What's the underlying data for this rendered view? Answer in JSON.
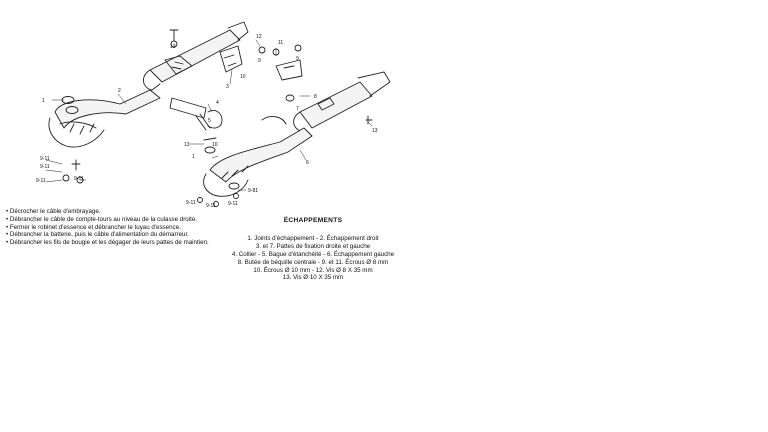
{
  "diagram": {
    "callouts": [
      {
        "id": "c13a",
        "text": "13"
      },
      {
        "id": "c3",
        "text": "3"
      },
      {
        "id": "c10a",
        "text": "10"
      },
      {
        "id": "c12",
        "text": "12"
      },
      {
        "id": "c9a",
        "text": "9"
      },
      {
        "id": "c9b",
        "text": "9"
      },
      {
        "id": "c11a",
        "text": "11"
      },
      {
        "id": "c1",
        "text": "1"
      },
      {
        "id": "c2",
        "text": "2"
      },
      {
        "id": "c4",
        "text": "4"
      },
      {
        "id": "c5",
        "text": "5"
      },
      {
        "id": "c7",
        "text": "7"
      },
      {
        "id": "c8",
        "text": "8"
      },
      {
        "id": "c13b",
        "text": "13"
      },
      {
        "id": "c6",
        "text": "6"
      },
      {
        "id": "c13c",
        "text": "13"
      },
      {
        "id": "c1b",
        "text": "1"
      },
      {
        "id": "c911a",
        "text": "9-11"
      },
      {
        "id": "c911b",
        "text": "9-11"
      },
      {
        "id": "c911c",
        "text": "9-11"
      },
      {
        "id": "c911d",
        "text": "9-11"
      },
      {
        "id": "c981",
        "text": "9-81"
      },
      {
        "id": "c911e",
        "text": "9-11"
      },
      {
        "id": "c911f",
        "text": "9-11"
      },
      {
        "id": "c911g",
        "text": "9-11"
      },
      {
        "id": "c10b",
        "text": "10"
      }
    ]
  },
  "instructions": [
    "• Décrocher le câble d'embrayage.",
    "• Débrancher le câble de compte-tours au niveau de la culasse droite.",
    "• Fermer le robinet d'essence et débrancher le tuyau d'essence.",
    "• Débrancher la batterie, puis le câble d'alimentation du démarreur.",
    "• Débrancher les fils de bougie et les dégager de leurs pattes de maintien."
  ],
  "caption": {
    "title": "ÉCHAPPEMENTS",
    "lines": [
      "1. Joints d'échappement - 2. Échappement droit",
      "3. et 7. Pattes de fixation droite et gauche",
      "4. Collier - 5. Bague d'étanchéité - 6. Échappement gauche",
      "8. Butée de béquille centrale - 9. et 11. Écrous Ø 8 mm",
      "10. Écrous Ø 10 mm - 12. Vis Ø 8 X 35 mm",
      "13. Vis Ø 10 X 35 mm"
    ]
  }
}
